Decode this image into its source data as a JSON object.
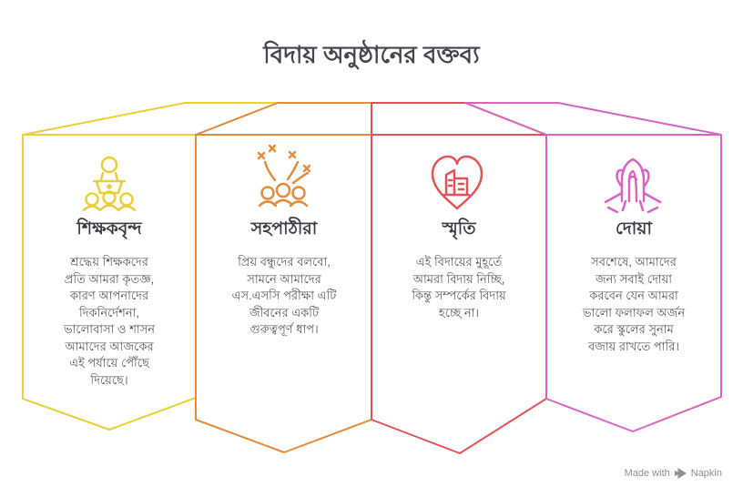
{
  "title": "বিদায় অনুষ্ঠানের বক্তব্য",
  "cards": [
    {
      "heading": "শিক্ষকবৃন্দ",
      "body": "শ্রদ্ধেয় শিক্ষকদের\nপ্রতি আমরা কৃতজ্ঞ,\nকারণ আপনাদের\nদিকনির্দেশনা,\nভালোবাসা ও শাসন\nআমাদের আজকের\nএই পর্যায়ে পৌঁছে\nদিয়েছে।",
      "icon": "speaker-podium-audience-icon",
      "color": "#E9CF3A"
    },
    {
      "heading": "সহপাঠীরা",
      "body": "প্রিয় বন্ধুদের বলবো,\nসামনে আমাদের\nএস.এসসি পরীক্ষা এটি\nজীবনের একটি\nগুরুত্বপূর্ণ ধাপ।",
      "icon": "celebrating-people-icon",
      "color": "#E28C3E"
    },
    {
      "heading": "স্মৃতি",
      "body": "এই বিদায়ের মুহূর্তে\nআমরা বিদায় নিচ্ছি,\nকিন্তু সম্পর্কের বিদায়\nহচ্ছে না।",
      "icon": "heart-school-icon",
      "color": "#E05459"
    },
    {
      "heading": "দোয়া",
      "body": "সবশেষে, আমাদের\nজন্য সবাই দোয়া\nকরবেন যেন আমরা\nভালো ফলাফল অর্জন\nকরে স্কুলের সুনাম\nবজায় রাখতে পারি।",
      "icon": "praying-hands-icon",
      "color": "#D863C3"
    }
  ],
  "watermark": {
    "made_with": "Made with",
    "brand": "Napkin",
    "color": "#8E8E94"
  },
  "text_colors": {
    "title": "#45454E",
    "heading": "#3B3B44",
    "body": "#54545C"
  }
}
